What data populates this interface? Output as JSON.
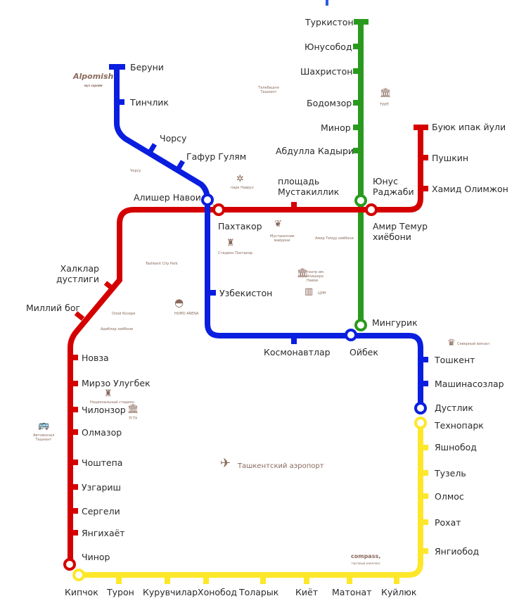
{
  "colors": {
    "blue": "#0a1ee0",
    "red": "#d40000",
    "green": "#2a9a1e",
    "yellow": "#fde72a",
    "landmark": "#8a6a5c"
  },
  "lines": {
    "blue": [
      "Беруни",
      "Тинчлик",
      "Чорсу",
      "Гафур Гулям",
      "Алишер Навои",
      "Узбекистон",
      "Космонавтлар",
      "Ойбек",
      "Тошкент",
      "Машинасозлар",
      "Дустлик"
    ],
    "red": [
      "Буюк ипак йули",
      "Пушкин",
      "Хамид Олимжон",
      "Амир Темур хиёбони",
      "площадь Мустакиллик",
      "Пахтакор",
      "Халклар дустлиги",
      "Миллий бог",
      "Новза",
      "Мирзо Улугбек",
      "Чилонзор",
      "Олмазор",
      "Чоштепа",
      "Узгариш",
      "Сергели",
      "Янгихаёт",
      "Чинор"
    ],
    "green": [
      "Туркистон",
      "Юнусобод",
      "Шахристон",
      "Бодомзор",
      "Минор",
      "Абдулла Кадыри",
      "Юнус Раджаби",
      "Мингурик"
    ],
    "yellow": [
      "Технопарк",
      "Яшнобод",
      "Тузель",
      "Олмос",
      "Рохат",
      "Янгиобод",
      "Куйлюк",
      "Матонат",
      "Киёт",
      "Толарык",
      "Хонобод",
      "Курувчилар",
      "Турон",
      "Кипчок"
    ]
  },
  "stations": {
    "beruni": "Беруни",
    "tinchlik": "Тинчлик",
    "chorsu": "Чорсу",
    "gafur": "Гафур Гулям",
    "navoi": "Алишер Навои",
    "uzbekiston": "Узбекистон",
    "kosmonavtlar": "Космонавтлар",
    "oybek": "Ойбек",
    "toshkent": "Тошкент",
    "mashinasozlar": "Машинасозлар",
    "dustlik": "Дустлик",
    "buyuk": "Буюк ипак йули",
    "pushkin": "Пушкин",
    "hamid": "Хамид Олимжон",
    "amir1": "Амир Темур",
    "amir2": "хиёбони",
    "mustaqillik1": "площадь",
    "mustaqillik2": "Мустакиллик",
    "pakhtakor": "Пахтакор",
    "xalqlar1": "Халклар",
    "xalqlar2": "дустлиги",
    "milliy": "Миллий бог",
    "novza": "Новза",
    "mirzo": "Мирзо Улугбек",
    "chilonzor": "Чилонзор",
    "olmazor": "Олмазор",
    "choshtepa": "Чоштепа",
    "uzgarish": "Узгариш",
    "sergeli": "Сергели",
    "yangihayot": "Янгихаёт",
    "chinor": "Чинор",
    "turkiston": "Туркистон",
    "yunusobod": "Юнусобод",
    "shahriston": "Шахристон",
    "bodomzor": "Бодомзор",
    "minor": "Минор",
    "qodiriy": "Абдулла Кадыри",
    "yunus1": "Юнус",
    "yunus2": "Раджаби",
    "mingurik": "Мингурик",
    "texnopark": "Технопарк",
    "yashnobod": "Яшнобод",
    "tuzel": "Тузель",
    "olmos": "Олмос",
    "rohat": "Рохат",
    "yangiobod": "Янгиобод",
    "kipchok": "Кипчок",
    "turon": "Турон",
    "kuruvchilar": "Курувчилар",
    "xonobod": "Хонобод",
    "tolarik": "Толарык",
    "kiyot": "Киёт",
    "matonat": "Матонат",
    "kuyluk": "Куйлюк"
  },
  "landmarks": {
    "alpomish": "Alpomish",
    "alpomish_sub": "муз саройи",
    "tv_tower": "Телебашня Ташкент",
    "chorsu": "Чорсу",
    "navruz": "парк Навруз",
    "mustaqillik": "Мустакиллик майдони",
    "amir_temur": "Амир Темур хиёбони",
    "pakhtakor_stadium": "Стадион Пахтакор",
    "city_park": "Tashkent City Park",
    "theatre": "театр им. Алишера Навои",
    "tsum": "ЦУМ",
    "tuit": "ТУИТ",
    "oloy": "Олой бозори",
    "adiblar": "Адиблар хиёбони",
    "humo": "HUMO ARENA",
    "national_stadium": "Национальный стадион",
    "tgtu": "ТГТУ",
    "bus_station": "Автовокзал Ташкент",
    "north_station": "Северный вокзал",
    "compass": "compass,",
    "compass_sub": "торговый комплекс",
    "airport": "Ташкентский аэропорт"
  }
}
